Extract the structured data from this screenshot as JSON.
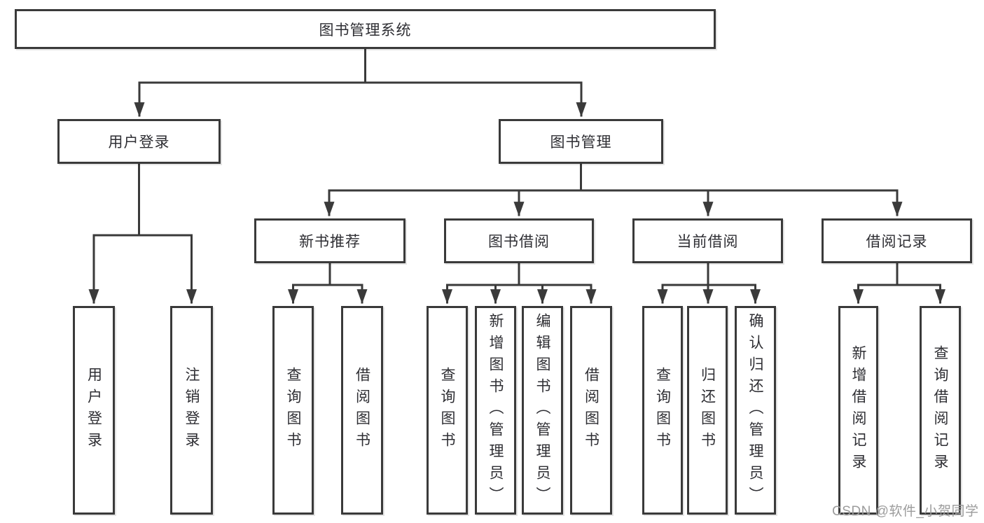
{
  "diagram": {
    "title": "图书管理系统",
    "branches": [
      {
        "label": "用户登录",
        "children": [
          {
            "label": "用户登录"
          },
          {
            "label": "注销登录"
          }
        ]
      },
      {
        "label": "图书管理",
        "children": [
          {
            "label": "新书推荐",
            "children": [
              {
                "label": "查询图书"
              },
              {
                "label": "借阅图书"
              }
            ]
          },
          {
            "label": "图书借阅",
            "children": [
              {
                "label": "查询图书"
              },
              {
                "label": "新增图书（管理员）"
              },
              {
                "label": "编辑图书（管理员）"
              },
              {
                "label": "借阅图书"
              }
            ]
          },
          {
            "label": "当前借阅",
            "children": [
              {
                "label": "查询图书"
              },
              {
                "label": "归还图书"
              },
              {
                "label": "确认归还（管理员）"
              }
            ]
          },
          {
            "label": "借阅记录",
            "children": [
              {
                "label": "新增借阅记录"
              },
              {
                "label": "查询借阅记录"
              }
            ]
          }
        ]
      }
    ]
  },
  "watermark": {
    "text": "CSDN @软件_小贺同学"
  },
  "colors": {
    "line": "#3a3a3a",
    "text": "#2e2e33",
    "box-bg": "#ffffff",
    "watermark": "#9c9c9c"
  }
}
